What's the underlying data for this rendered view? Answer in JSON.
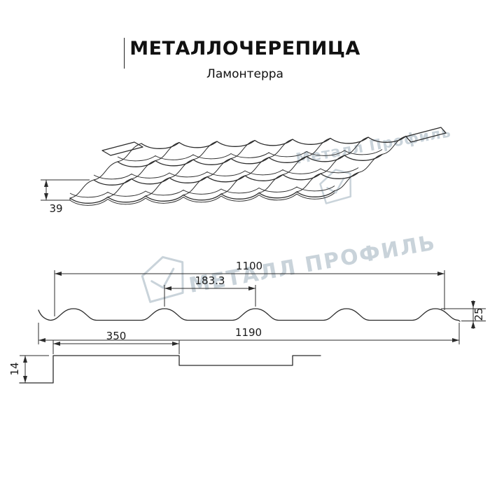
{
  "header": {
    "title": "МЕТАЛЛОЧЕРЕПИЦА",
    "subtitle": "Ламонтерра"
  },
  "watermark": {
    "small_text": "Металл Профиль",
    "large_text": "МЕТАЛЛ ПРОФИЛЬ"
  },
  "perspective_view": {
    "dim_front_height": "39"
  },
  "cross_section": {
    "dim_cover_width": "1100",
    "dim_wave_pitch": "183.3",
    "dim_profile_height": "25",
    "dim_overall_width": "1190"
  },
  "longitudinal_section": {
    "dim_module_length": "350",
    "dim_step_height": "14"
  },
  "colors": {
    "line": "#2b2b2b",
    "watermark": "#c9d3da",
    "background": "#ffffff"
  }
}
